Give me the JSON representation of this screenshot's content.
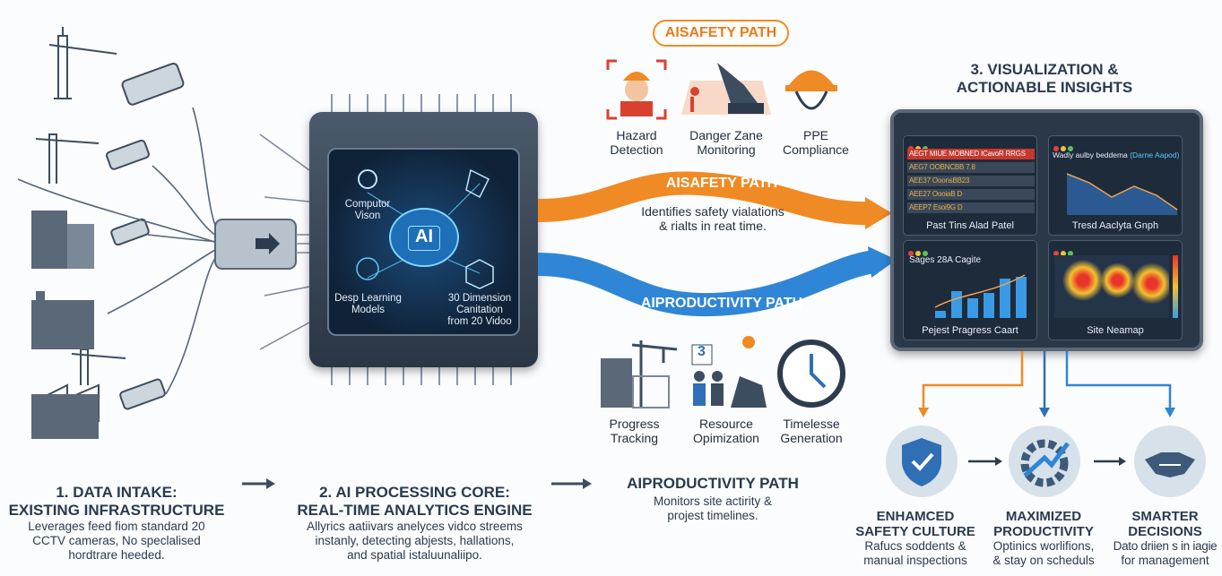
{
  "intake": {
    "title1": "1. DATA INTAKE:",
    "title2": "EXISTING INFRASTRUCTURE",
    "desc": [
      "Leverages feed fiom standard 20",
      "CCTV cameras, No speclalised",
      "hordtrare heeded."
    ]
  },
  "core": {
    "title1": "2. AI PROCESSING CORE:",
    "title2": "REAL-TIME ANALYTICS ENGINE",
    "desc": [
      "Allyrics aatiivars anelyces vidco streems",
      "instanly, detecting abjests, hallations,",
      "and spatial istaluunaliipo."
    ],
    "chip_label": "AI",
    "modules": [
      {
        "l1": "Computor",
        "l2": "Vison"
      },
      {
        "l1": "Desp Learning",
        "l2": "Models"
      },
      {
        "l1": "30 Dimension",
        "l2": "Canitation",
        "l3": "from 20 Vidoo"
      }
    ]
  },
  "safety": {
    "pill": "AISAFETY PATH",
    "arrow_label": "AISAFETY PATH",
    "desc1": "Identifies safety vialations",
    "desc2": "& rialts in reat time.",
    "items": [
      {
        "l1": "Hazard",
        "l2": "Detection"
      },
      {
        "l1": "Danger Zane",
        "l2": "Monitoring"
      },
      {
        "l1": "PPE",
        "l2": "Compliance"
      }
    ]
  },
  "productivity": {
    "arrow_label": "AIPRODUCTIVITY PATH",
    "title": "AIPRODUCTIVITY PATH",
    "desc1": "Monitors site actirity &",
    "desc2": "projest timelines.",
    "items": [
      {
        "l1": "Progress",
        "l2": "Tracking"
      },
      {
        "l1": "Resource",
        "l2": "Opimization"
      },
      {
        "l1": "Timelesse",
        "l2": "Generation"
      }
    ],
    "badge": "3"
  },
  "viz": {
    "title1": "3. VISUALIZATION &",
    "title2": "ACTIONABLE INSIGHTS",
    "panels": [
      {
        "title": "Past Tins Alad Patel",
        "alerts": [
          "AEGT MIUE MOBNED  ICavoR RRGS",
          "AEG7 OOBNCBB 7.8",
          "AEE37 OoonsBB23",
          "AEE27 OooiaB D",
          "AEEP7 Esoi9G D"
        ]
      },
      {
        "title": "Tresd Aaclyta Gnph",
        "heading": "Wadly aulby beddema",
        "heading_accent": "(Darne Aapod)"
      },
      {
        "title": "Pejest Pragress Caart",
        "heading": "Sages 28A Cagite"
      },
      {
        "title": "Site Neamap"
      }
    ]
  },
  "outcomes": [
    {
      "t1": "ENHAMCED",
      "t2": "SAFETY CULTURE",
      "d1": "Rafucs soddents &",
      "d2": "manual inspections"
    },
    {
      "t1": "MAXIMIZED",
      "t2": "PRODUCTIVITY",
      "d1": "Optinics worlifions,",
      "d2": "& stay on scheduls"
    },
    {
      "t1": "SMARTER",
      "t2": "DECISIONS",
      "d1": "Dato driien s in iagie",
      "d2": "for management"
    }
  ],
  "colors": {
    "orange": "#f08a24",
    "blue": "#2f86d6",
    "dark": "#2a3a4e"
  }
}
